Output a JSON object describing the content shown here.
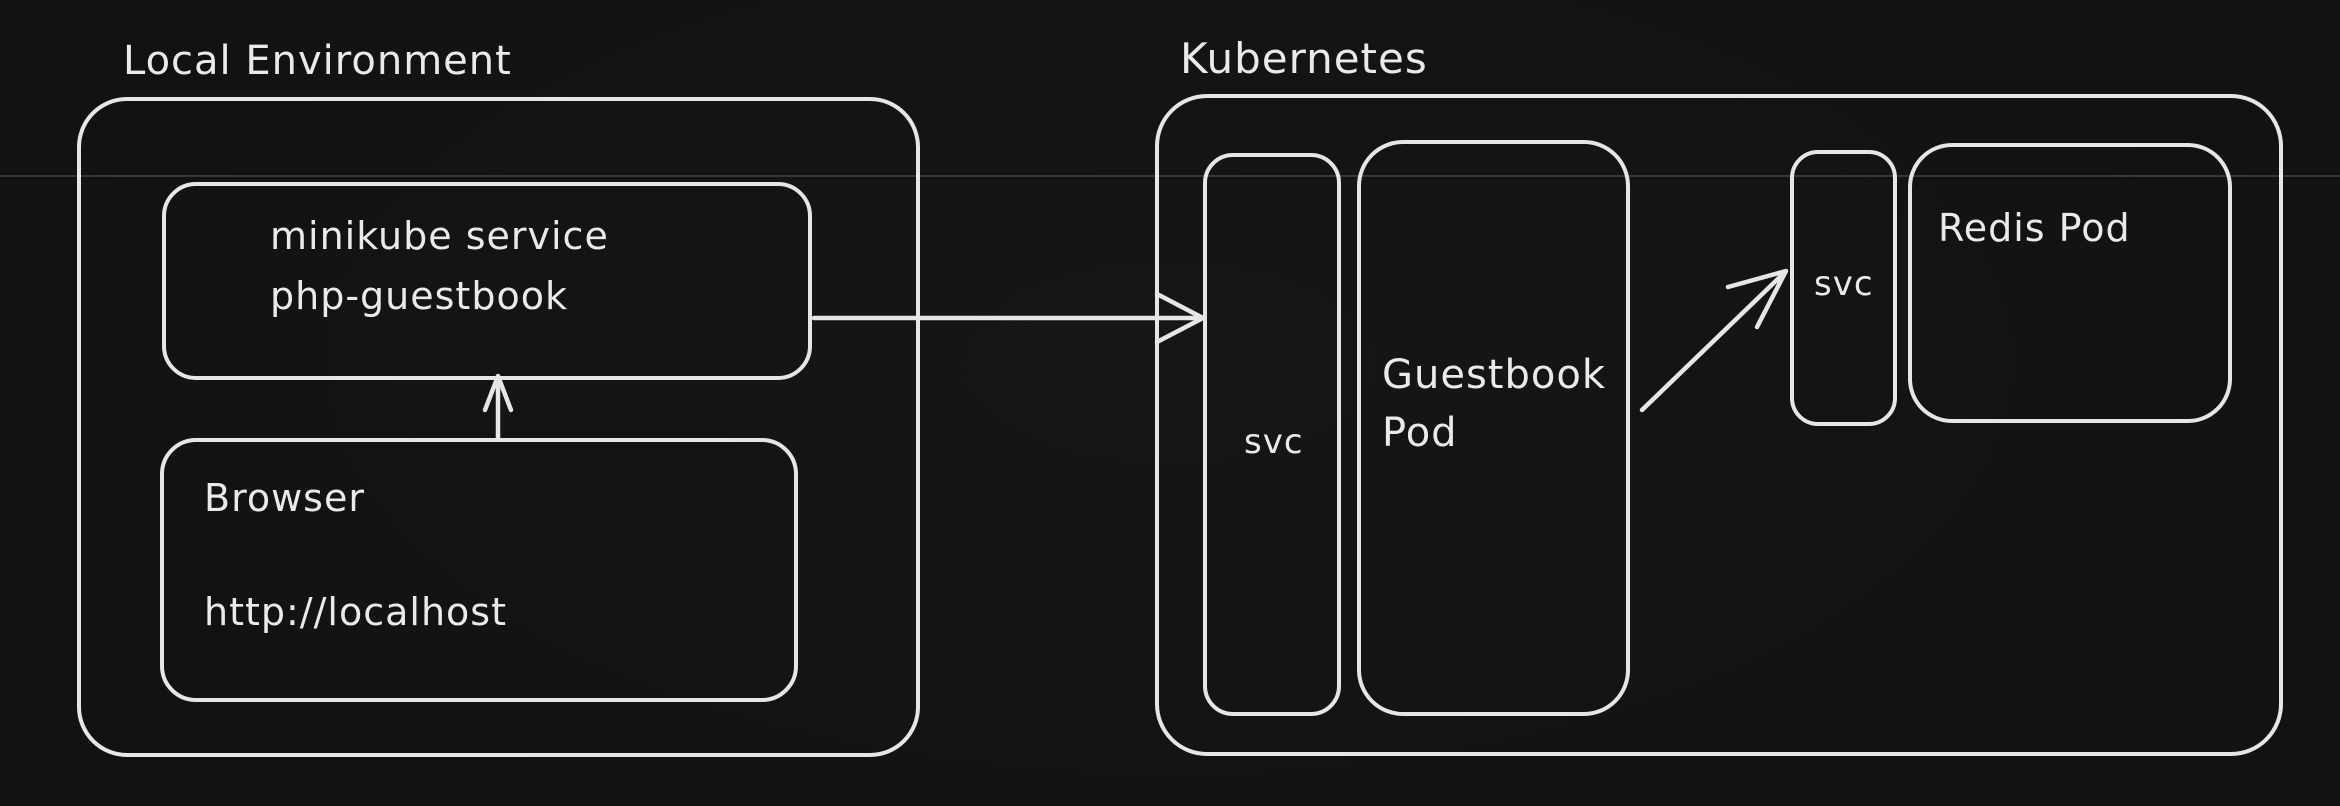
{
  "canvas": {
    "background_center": "#161616",
    "background_edge": "#0a0a0a",
    "stroke_color": "#e6e6e6",
    "text_color": "#eaeaea",
    "scanline_color": "rgba(255,255,255,0.27)"
  },
  "local_environment": {
    "label": "Local Environment",
    "minikube_service": {
      "line1": "minikube service",
      "line2": "php-guestbook"
    },
    "browser": {
      "title": "Browser",
      "url": "http://localhost"
    }
  },
  "kubernetes": {
    "label": "Kubernetes",
    "svc_front": "svc",
    "guestbook_pod": {
      "line1": "Guestbook",
      "line2": "Pod"
    },
    "svc_redis": "svc",
    "redis_pod": "Redis Pod"
  },
  "connections": [
    {
      "from": "Browser",
      "to": "minikube service php-guestbook",
      "direction": "up"
    },
    {
      "from": "minikube service php-guestbook",
      "to": "svc (frontend)",
      "direction": "right"
    },
    {
      "from": "Guestbook Pod",
      "to": "svc (redis)",
      "direction": "up-right"
    }
  ]
}
